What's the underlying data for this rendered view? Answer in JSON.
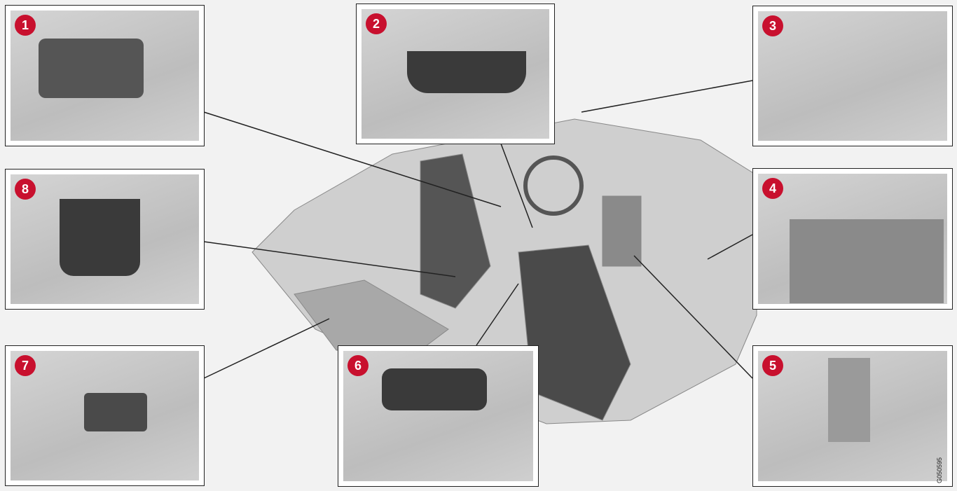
{
  "callouts": [
    "1",
    "2",
    "3",
    "4",
    "5",
    "6",
    "7",
    "8"
  ],
  "image_code": "G050595",
  "badge_color": "#c8102e"
}
